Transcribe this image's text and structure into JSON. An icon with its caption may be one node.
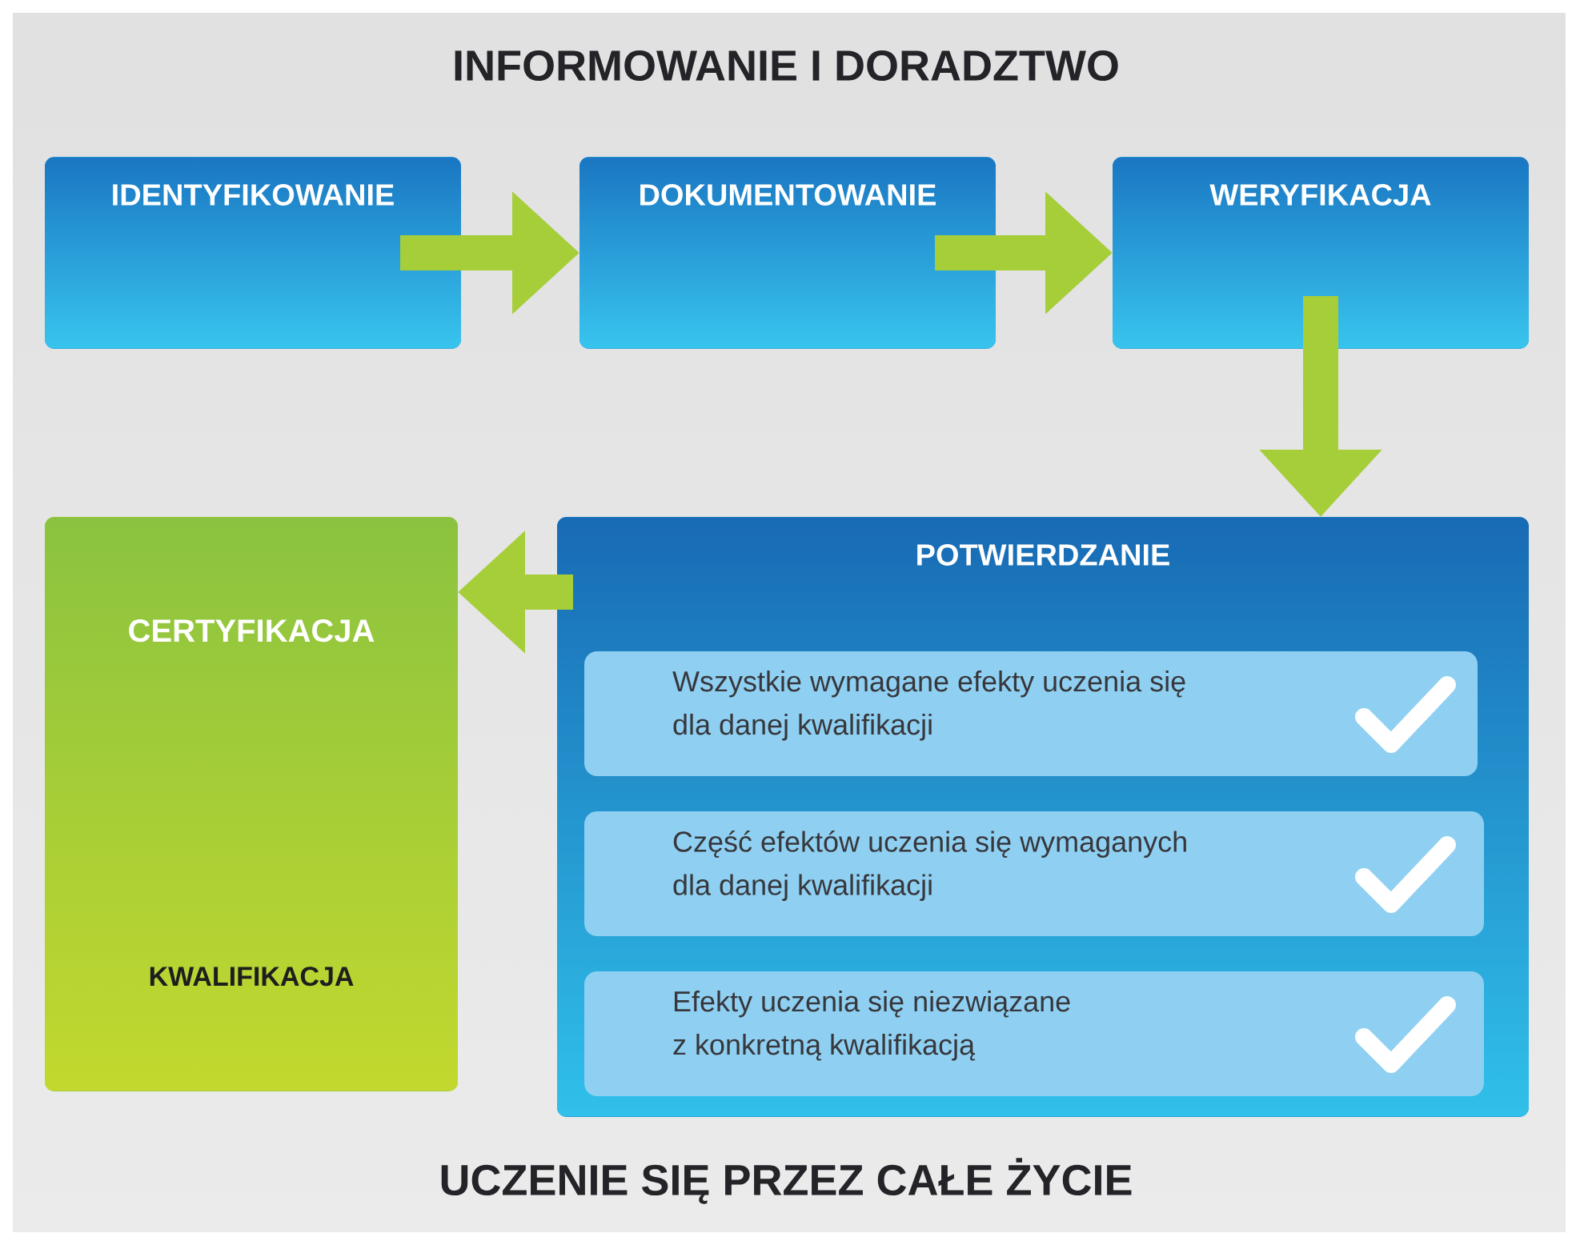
{
  "diagram": {
    "title": "INFORMOWANIE I DORADZTWO",
    "nodes": [
      {
        "text": [
          "IDENTYFIKOWANIE"
        ]
      },
      {
        "text": [
          "DOKUMENTOWANIE"
        ]
      },
      {
        "text": [
          "WERYFIKACJA"
        ]
      },
      {
        "text": [
          "CERTYFIKACJA",
          "KWALIFIKACJA"
        ]
      },
      {
        "text": [
          "POTWIERDZANIE"
        ]
      },
      {
        "text": [
          "Wszystkie wymagane efekty uczenia się dla danej kwalifikacji"
        ],
        "in": 4
      },
      {
        "text": [
          "Część efektów uczenia się wymaganych dla danej kwalifikacji"
        ],
        "in": 4
      },
      {
        "text": [
          "Efekty uczenia się niezwiązane z konkretną kwalifikacją"
        ],
        "in": 4
      }
    ],
    "edges": [
      {
        "from": 0,
        "to": 1,
        "arrow": "to"
      },
      {
        "from": 1,
        "to": 2,
        "arrow": "to"
      },
      {
        "from": 2,
        "to": 4,
        "arrow": "to"
      },
      {
        "from": 4,
        "to": 3,
        "arrow": "to"
      }
    ],
    "labels": [
      "UCZENIE SIĘ PRZEZ CAŁE ŻYCIE"
    ]
  }
}
